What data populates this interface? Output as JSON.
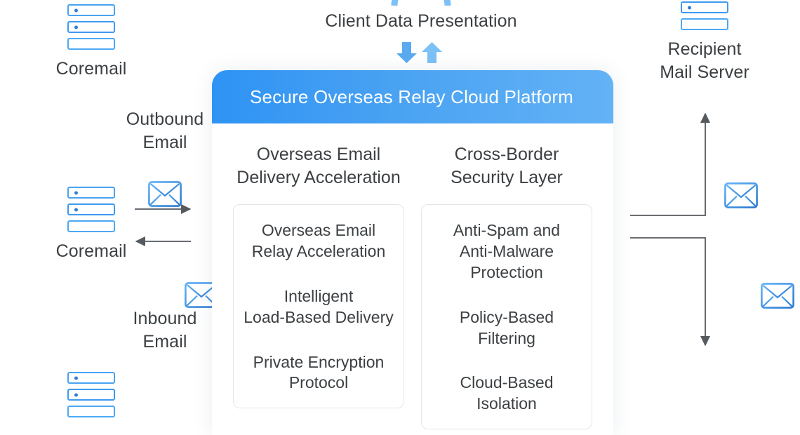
{
  "diagram": {
    "title_top": "Client Data Presentation",
    "panel": {
      "title": "Secure Overseas Relay Cloud Platform",
      "columns": [
        {
          "heading": "Overseas Email\nDelivery Acceleration",
          "items": [
            "Overseas Email\nRelay Acceleration",
            "Intelligent\nLoad-Based Delivery",
            "Private Encryption\nProtocol"
          ]
        },
        {
          "heading": "Cross-Border\nSecurity Layer",
          "items": [
            "Anti-Spam and\nAnti-Malware\nProtection",
            "Policy-Based\nFiltering",
            "Cloud-Based\nIsolation"
          ]
        }
      ]
    },
    "left": {
      "server_top_label": "Coremail",
      "server_mid_label": "Coremail",
      "outbound_label": "Outbound\nEmail",
      "inbound_label": "Inbound\nEmail"
    },
    "right": {
      "server_label": "Recipient\nMail Server"
    },
    "colors": {
      "accent_blue": "#2e93f4",
      "accent_blue_light": "#63b2f6",
      "icon_blue": "#3f9af0",
      "icon_blue_deep": "#2f7fd6",
      "arrow_gray": "#555a5f",
      "text": "#3c4043",
      "card_border": "#e3e6e9",
      "background": "#ffffff"
    },
    "icons": {
      "server": "server-stack-icon",
      "envelope": "envelope-icon",
      "monitor": "desktop-monitor-icon",
      "arrow_down": "arrow-down-icon",
      "arrow_up": "arrow-up-icon",
      "arrow_right": "arrow-right-icon",
      "arrow_left": "arrow-left-icon"
    }
  }
}
